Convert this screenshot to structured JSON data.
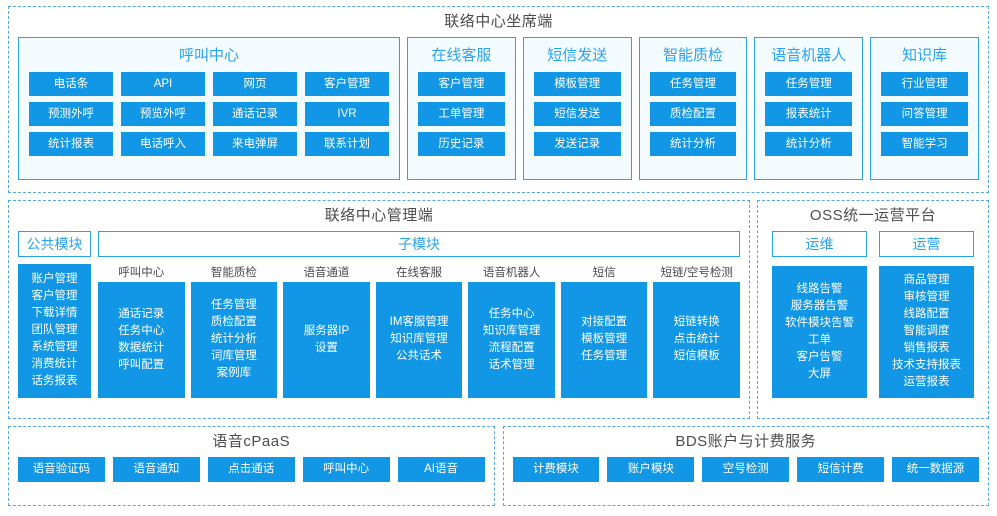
{
  "colors": {
    "accent": "#2aa3ef",
    "tile_fill": "#1296e6",
    "panel_border": "#55a8e8",
    "group_bg": "#f4fbff",
    "title_text": "#4d4d4d"
  },
  "agent_console": {
    "title": "联络中心坐席端",
    "groups": [
      {
        "title": "呼叫中心",
        "columns": 4,
        "tiles": [
          "电话条",
          "API",
          "网页",
          "客户管理",
          "预测外呼",
          "预览外呼",
          "通话记录",
          "IVR",
          "统计报表",
          "电话呼入",
          "来电弹屏",
          "联系计划"
        ]
      },
      {
        "title": "在线客服",
        "columns": 1,
        "tiles": [
          "客户管理",
          "工单管理",
          "历史记录"
        ]
      },
      {
        "title": "短信发送",
        "columns": 1,
        "tiles": [
          "模板管理",
          "短信发送",
          "发送记录"
        ]
      },
      {
        "title": "智能质检",
        "columns": 1,
        "tiles": [
          "任务管理",
          "质检配置",
          "统计分析"
        ]
      },
      {
        "title": "语音机器人",
        "columns": 1,
        "tiles": [
          "任务管理",
          "报表统计",
          "统计分析"
        ]
      },
      {
        "title": "知识库",
        "columns": 1,
        "tiles": [
          "行业管理",
          "问答管理",
          "智能学习"
        ]
      }
    ]
  },
  "manage_console": {
    "title": "联络中心管理端",
    "public_module": {
      "header": "公共模块",
      "items": [
        "账户管理",
        "客户管理",
        "下载详情",
        "团队管理",
        "系统管理",
        "消费统计",
        "话务报表"
      ]
    },
    "sub_module": {
      "header": "子模块",
      "columns": [
        {
          "label": "呼叫中心",
          "items": [
            "通话记录",
            "任务中心",
            "数据统计",
            "呼叫配置"
          ]
        },
        {
          "label": "智能质检",
          "items": [
            "任务管理",
            "质检配置",
            "统计分析",
            "词库管理",
            "案例库"
          ]
        },
        {
          "label": "语音通道",
          "items": [
            "服务器IP",
            "设置"
          ]
        },
        {
          "label": "在线客服",
          "items": [
            "IM客服管理",
            "知识库管理",
            "公共话术"
          ]
        },
        {
          "label": "语音机器人",
          "items": [
            "任务中心",
            "知识库管理",
            "流程配置",
            "话术管理"
          ]
        },
        {
          "label": "短信",
          "items": [
            "对接配置",
            "模板管理",
            "任务管理"
          ]
        },
        {
          "label": "短链/空号检测",
          "items": [
            "短链转换",
            "点击统计",
            "短信模板"
          ]
        }
      ]
    }
  },
  "oss_platform": {
    "title": "OSS统一运营平台",
    "columns": [
      {
        "header": "运维",
        "items": [
          "线路告警",
          "服务器告警",
          "软件模块告警",
          "工单",
          "客户告警",
          "大屏"
        ]
      },
      {
        "header": "运营",
        "items": [
          "商品管理",
          "审核管理",
          "线路配置",
          "智能调度",
          "销售报表",
          "技术支持报表",
          "运营报表"
        ]
      }
    ]
  },
  "voice_cpaas": {
    "title": "语音cPaaS",
    "tiles": [
      "语音验证码",
      "语音通知",
      "点击通话",
      "呼叫中心",
      "AI语音"
    ]
  },
  "bds_billing": {
    "title": "BDS账户与计费服务",
    "tiles": [
      "计费模块",
      "账户模块",
      "空号检测",
      "短信计费",
      "统一数据源"
    ]
  }
}
